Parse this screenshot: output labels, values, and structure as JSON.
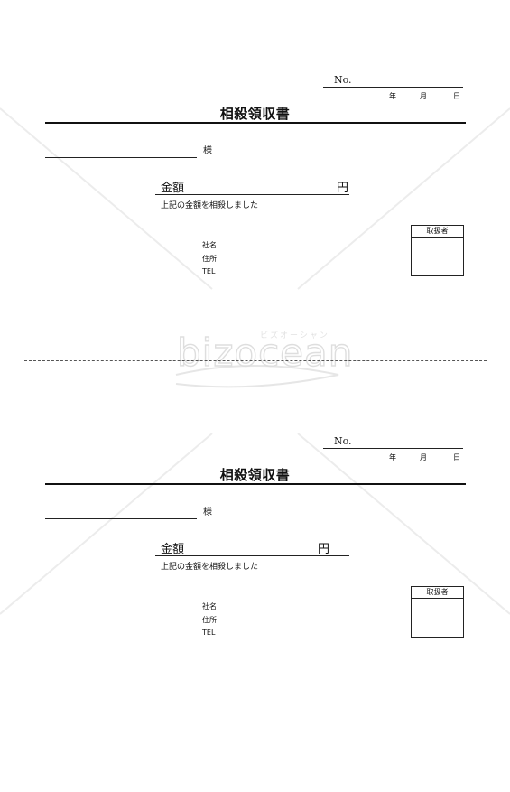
{
  "watermark": {
    "logo_text": "bizocean",
    "logo_kana": "ビズオーシャン"
  },
  "receipts": [
    {
      "no_label": "No.",
      "date": {
        "year": "年",
        "month": "月",
        "day": "日"
      },
      "title": "相殺領収書",
      "honorific": "様",
      "amount_label": "金額",
      "currency": "円",
      "statement": "上記の金額を相殺しました",
      "issuer": {
        "company": "社名",
        "address": "住所",
        "tel": "TEL"
      },
      "handler_label": "取扱者"
    },
    {
      "no_label": "No.",
      "date": {
        "year": "年",
        "month": "月",
        "day": "日"
      },
      "title": "相殺領収書",
      "honorific": "様",
      "amount_label": "金額",
      "currency": "円",
      "statement": "上記の金額を相殺しました",
      "issuer": {
        "company": "社名",
        "address": "住所",
        "tel": "TEL"
      },
      "handler_label": "取扱者"
    }
  ]
}
